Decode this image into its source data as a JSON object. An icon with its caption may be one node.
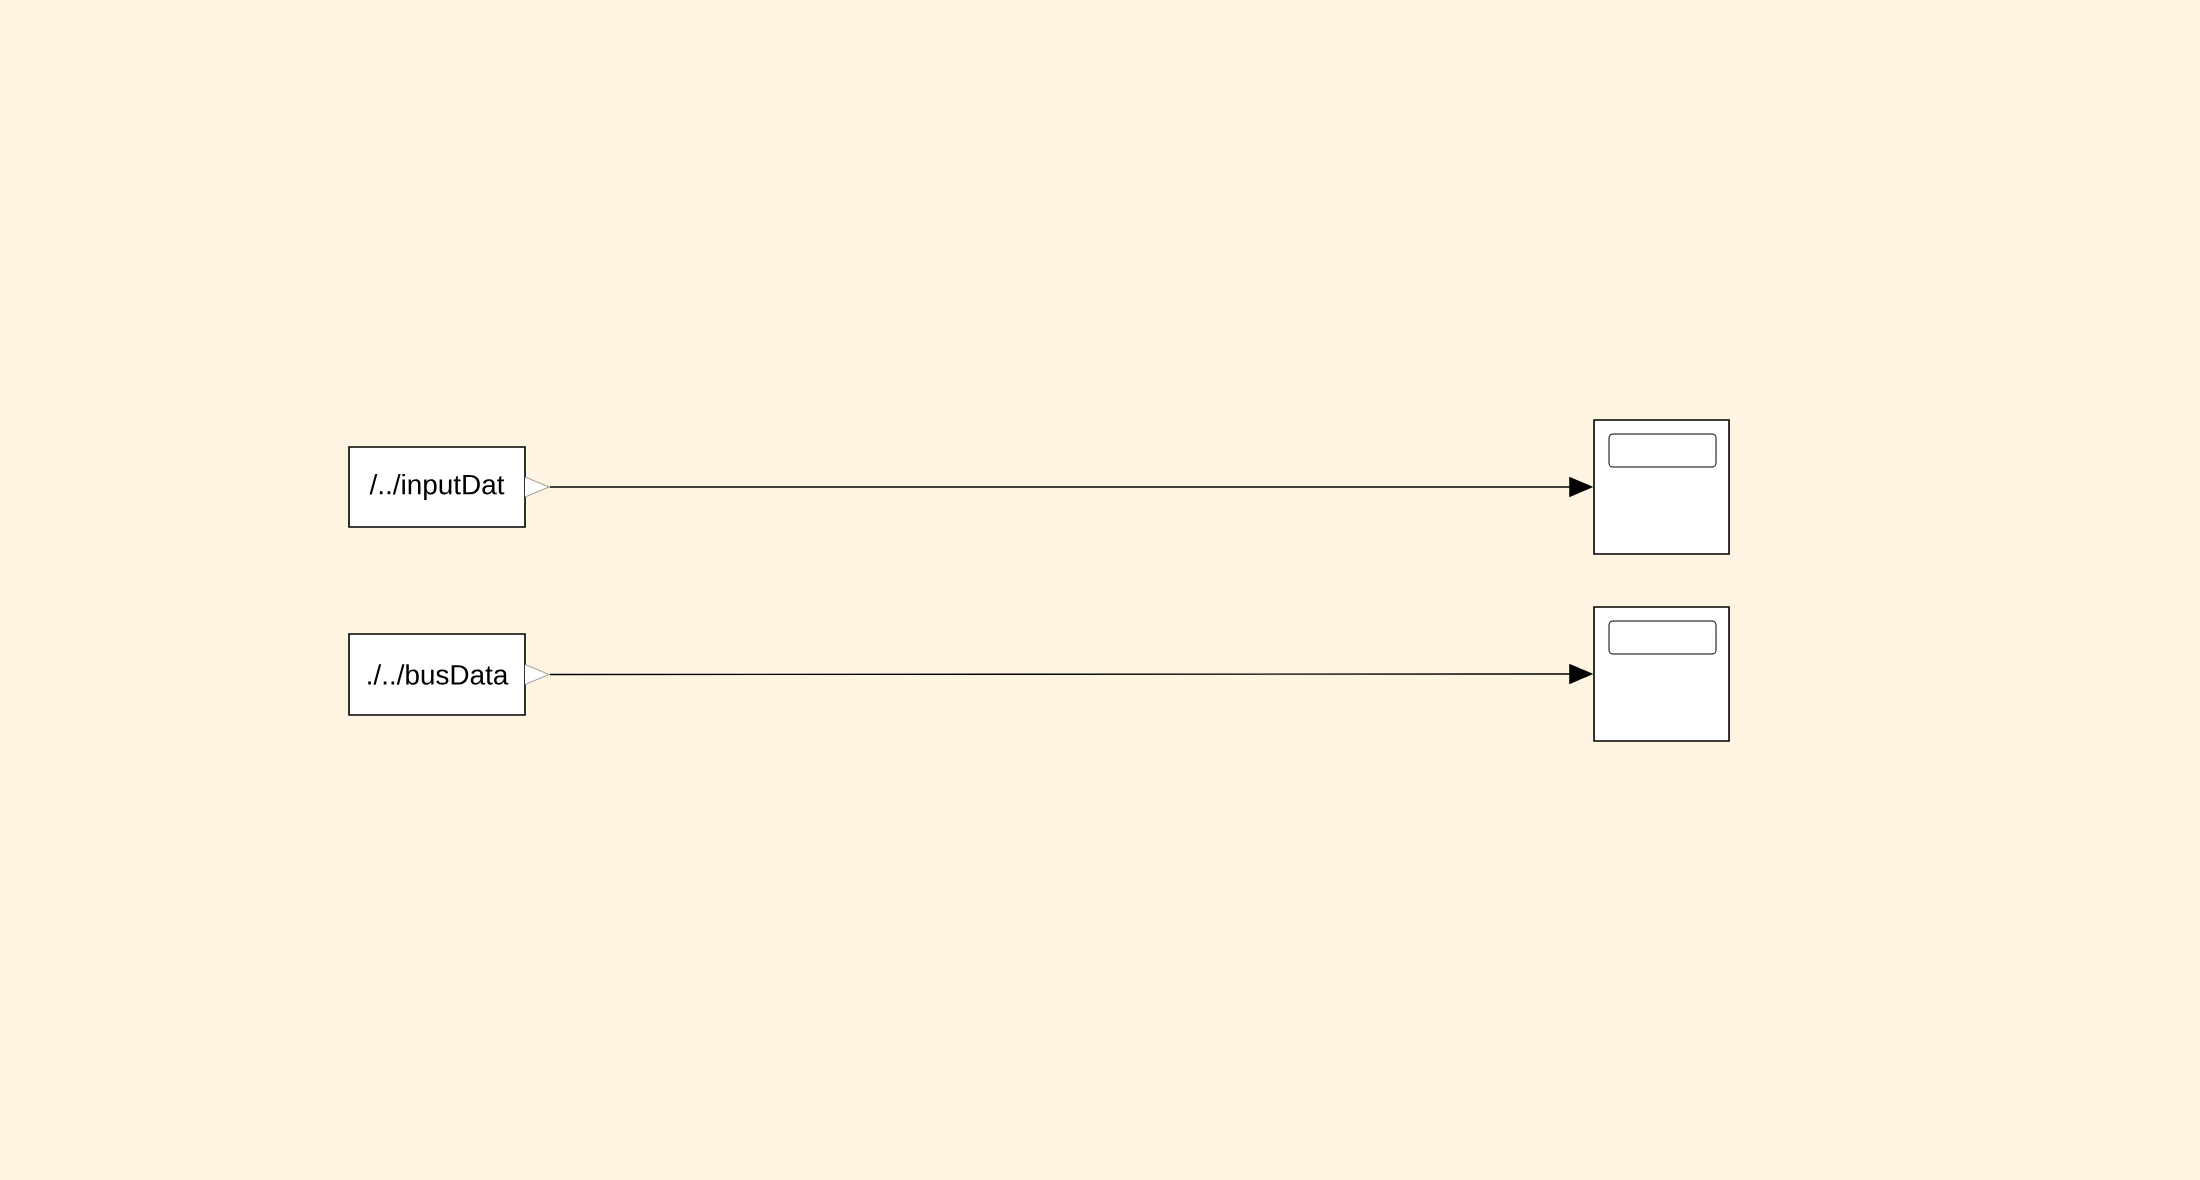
{
  "diagram": {
    "nodes": [
      {
        "text": [
          "/../inputDat"
        ]
      },
      {
        "text": [
          "./../busData"
        ]
      },
      {
        "text": [],
        "shape": "box"
      },
      {
        "text": [],
        "shape": "box"
      }
    ],
    "edges": [
      {
        "from": 0,
        "to": 2,
        "arrow": "to"
      },
      {
        "from": 1,
        "to": 3,
        "arrow": "to"
      }
    ]
  }
}
